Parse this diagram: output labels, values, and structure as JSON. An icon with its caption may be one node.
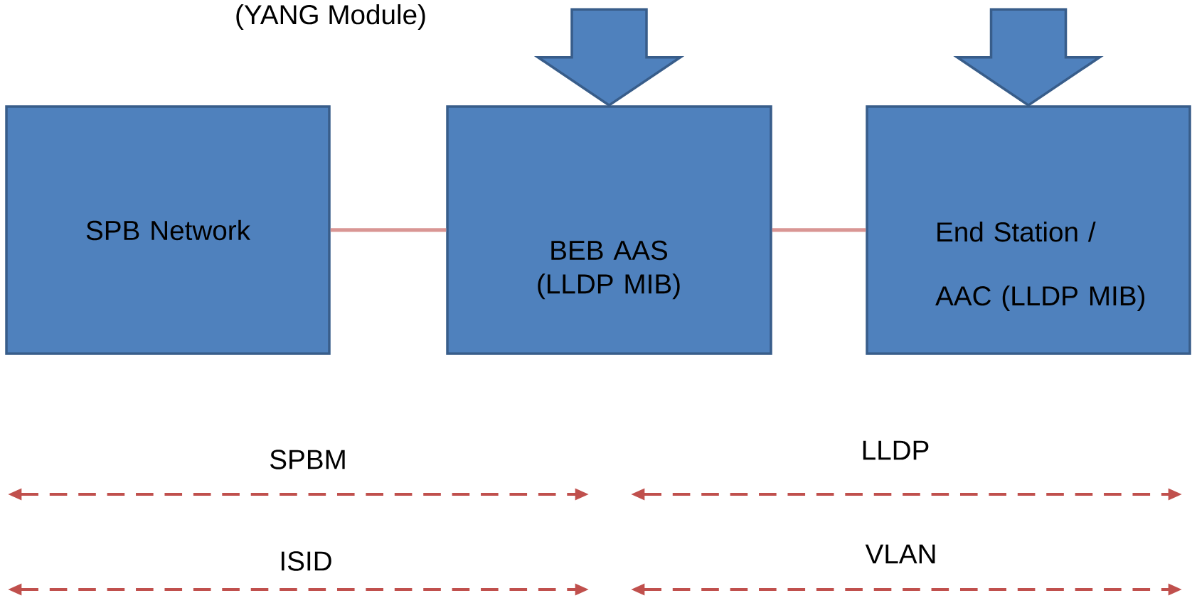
{
  "diagram": {
    "nodes": [
      {
        "text": [
          "SPB Network"
        ]
      },
      {
        "text": [
          "BEB AAS (LLDP MIB)"
        ]
      },
      {
        "text": [
          "End Station /",
          "AAC (LLDP MIB)"
        ]
      }
    ],
    "edges": [
      {
        "from": null,
        "to": 1,
        "arrow": "to",
        "color": "#4f81bd"
      },
      {
        "from": null,
        "to": 2,
        "arrow": "to",
        "color": "#4f81bd"
      },
      {
        "from": 0,
        "to": 1,
        "arrow": "none",
        "color": "#d99694"
      },
      {
        "from": 1,
        "to": 2,
        "arrow": "none",
        "color": "#d99694"
      }
    ],
    "labels": [
      "(YANG Module)",
      "SPBM",
      "LLDP",
      "ISID",
      "VLAN"
    ]
  }
}
